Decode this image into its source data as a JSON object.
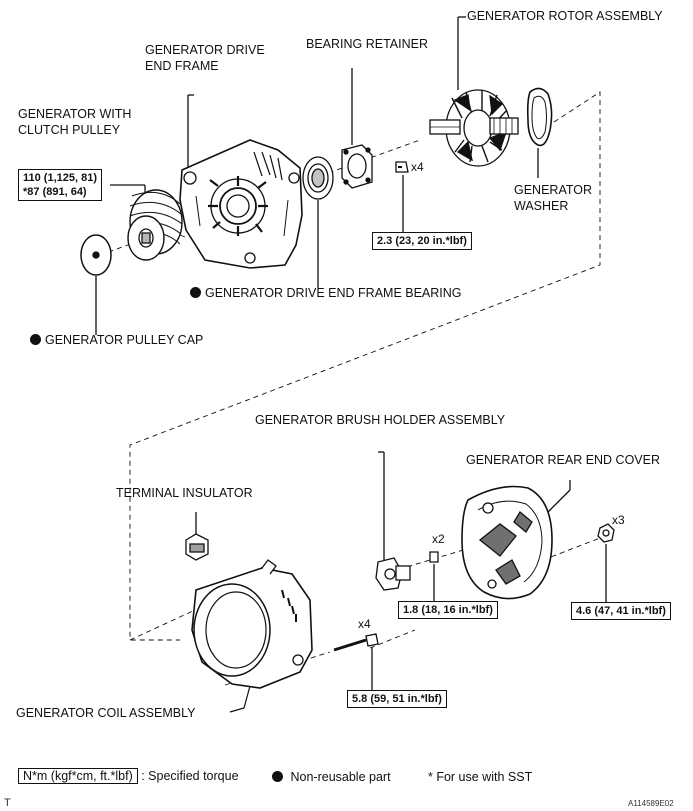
{
  "labels": {
    "rotor": "GENERATOR ROTOR ASSEMBLY",
    "drive_frame_1": "GENERATOR DRIVE",
    "drive_frame_2": "END FRAME",
    "bearing_retainer": "BEARING RETAINER",
    "clutch_pulley_1": "GENERATOR WITH",
    "clutch_pulley_2": "CLUTCH PULLEY",
    "washer_1": "GENERATOR",
    "washer_2": "WASHER",
    "frame_bearing": "GENERATOR DRIVE END FRAME BEARING",
    "pulley_cap": "GENERATOR PULLEY CAP",
    "brush_holder": "GENERATOR BRUSH HOLDER ASSEMBLY",
    "rear_cover": "GENERATOR REAR END COVER",
    "terminal_insulator": "TERMINAL INSULATOR",
    "coil_assembly": "GENERATOR COIL ASSEMBLY"
  },
  "torques": {
    "pulley_1": "110 (1,125, 81)",
    "pulley_2": "*87 (891, 64)",
    "retainer_screw": "2.3 (23, 20 in.*lbf)",
    "brush_screw": "1.8 (18, 16 in.*lbf)",
    "rear_nut": "4.6 (47, 41 in.*lbf)",
    "coil_bolt": "5.8 (59, 51 in.*lbf)"
  },
  "quantities": {
    "retainer_screw": "x4",
    "brush_screw": "x2",
    "rear_nut": "x3",
    "coil_bolt": "x4"
  },
  "legend": {
    "unit": "N*m (kgf*cm, ft.*lbf)",
    "torque_text": ": Specified torque",
    "non_reusable": "Non-reusable part",
    "sst": "* For use with SST"
  },
  "corner": {
    "left": "T",
    "right": "A114589E02"
  }
}
